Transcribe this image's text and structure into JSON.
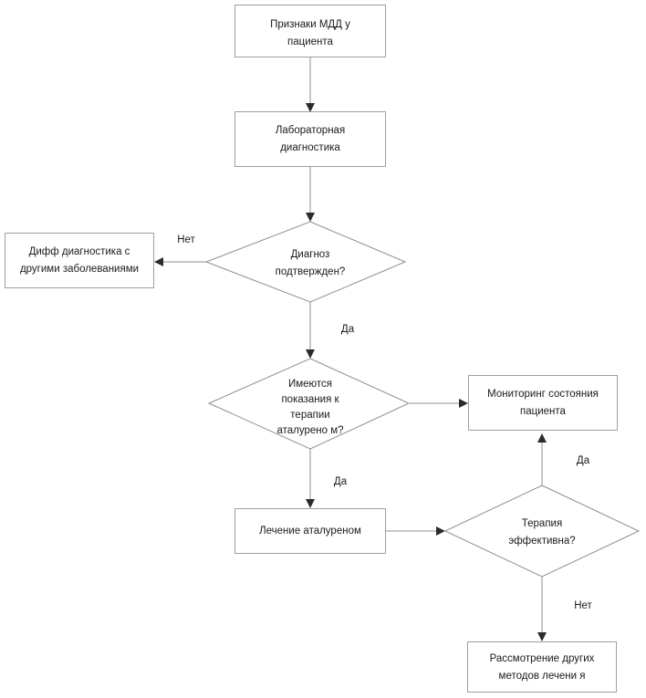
{
  "diagram": {
    "type": "flowchart",
    "language": "ru",
    "background_color": "#ffffff",
    "box_stroke_color": "#9aa0a6",
    "diamond_stroke_color": "#8a9097",
    "connector_color": "#8a9097",
    "text_color": "#1a1a1a",
    "nodes": [
      {
        "id": "signs",
        "shape": "process",
        "lines": [
          "Признаки МДД у",
          "пациента"
        ]
      },
      {
        "id": "lab",
        "shape": "process",
        "lines": [
          "Лабораторная",
          "диагностика"
        ]
      },
      {
        "id": "diagnosis_confirmed",
        "shape": "decision",
        "lines": [
          "Диагноз",
          "подтвержден?"
        ]
      },
      {
        "id": "diff_diagnosis",
        "shape": "process",
        "lines": [
          "Дифф диагностика с",
          "другими заболеваниями"
        ]
      },
      {
        "id": "ataluren_indicated",
        "shape": "decision",
        "lines": [
          "Имеются",
          "показания  к",
          "терапии",
          "аталурено м?"
        ]
      },
      {
        "id": "monitoring",
        "shape": "process",
        "lines": [
          "Мониторинг состояния",
          "пациента"
        ]
      },
      {
        "id": "treatment",
        "shape": "process",
        "lines": [
          "Лечение аталуреном"
        ]
      },
      {
        "id": "therapy_effective",
        "shape": "decision",
        "lines": [
          "Терапия",
          "эффективна?"
        ]
      },
      {
        "id": "other_methods",
        "shape": "process",
        "lines": [
          "Рассмотрение  других",
          "методов лечени я"
        ]
      }
    ],
    "edge_labels": [
      {
        "id": "no-diagnosis",
        "text": "Нет"
      },
      {
        "id": "yes-diagnosis",
        "text": "Да"
      },
      {
        "id": "yes-treatment",
        "text": "Да"
      },
      {
        "id": "yes-effective",
        "text": "Да"
      },
      {
        "id": "no-effective",
        "text": "Нет"
      }
    ]
  }
}
